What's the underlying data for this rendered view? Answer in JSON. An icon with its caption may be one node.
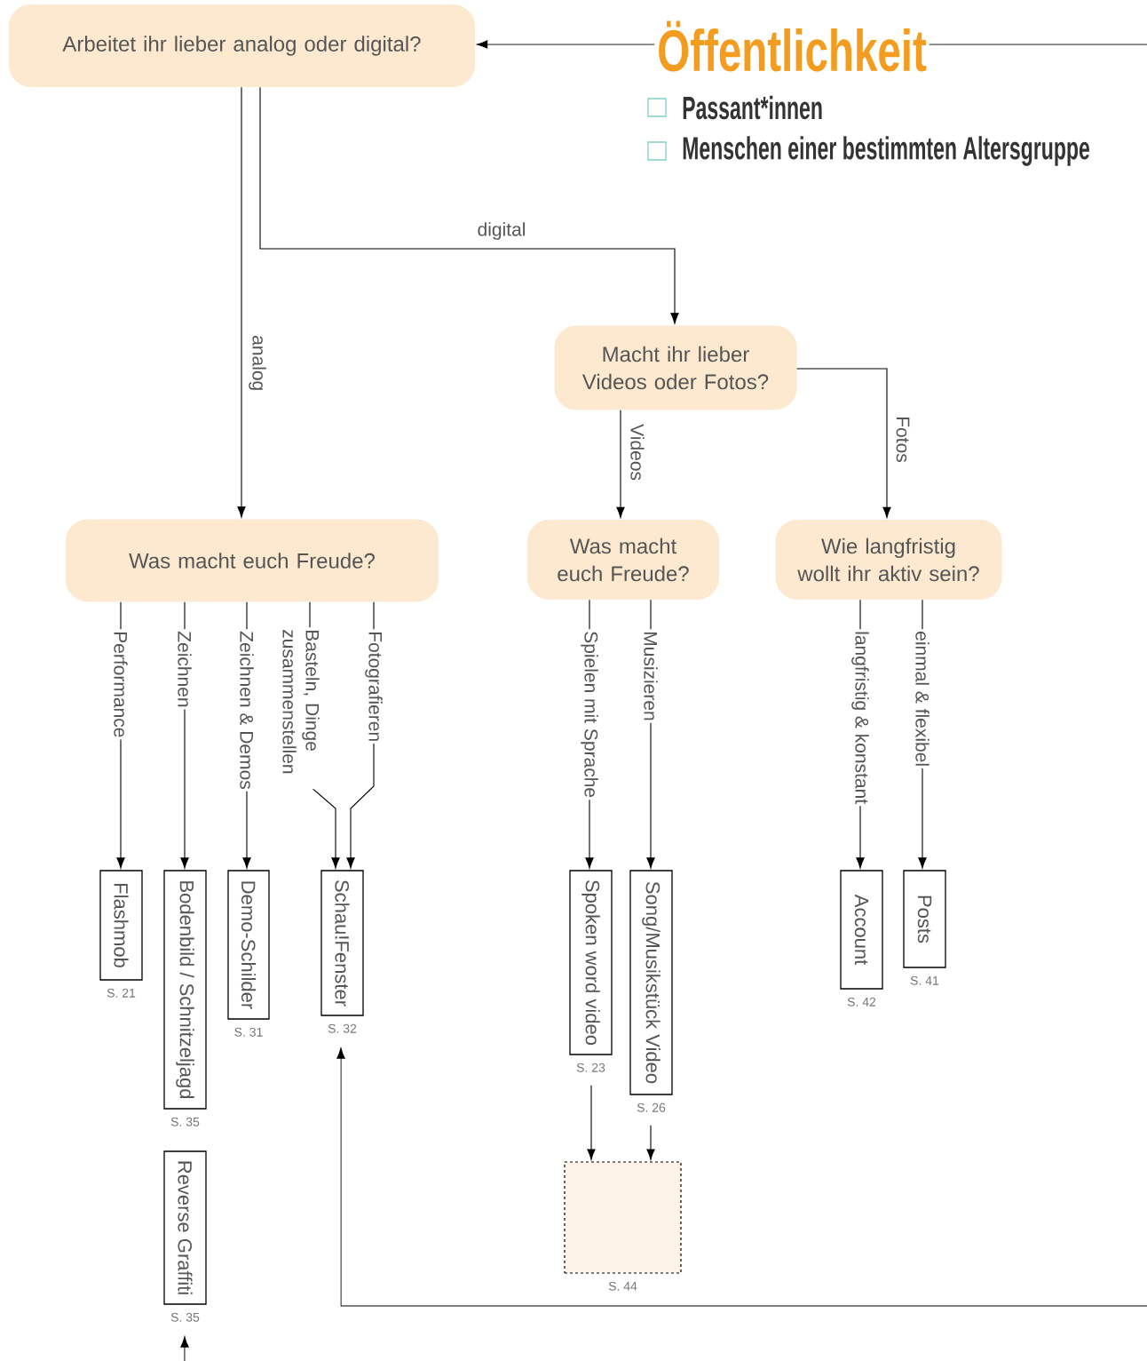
{
  "diagram": {
    "title": "Öffentlichkeit",
    "nodes": [
      {
        "text": [
          "Arbeitet ihr lieber analog oder digital?"
        ]
      },
      {
        "text": [
          "Macht ihr lieber Videos oder Fotos?"
        ]
      },
      {
        "text": [
          "Was macht euch Freude?"
        ]
      },
      {
        "text": [
          "Was macht euch Freude?"
        ]
      },
      {
        "text": [
          "Wie langfristig wollt ihr aktiv sein?"
        ]
      },
      {
        "text": [
          "Flashmob"
        ],
        "beside": [
          "S. 21"
        ]
      },
      {
        "text": [
          "Bodenbild / Schnitzeljagd"
        ],
        "beside": [
          "S. 35"
        ]
      },
      {
        "text": [
          "Demo-Schilder"
        ],
        "beside": [
          "S. 31"
        ]
      },
      {
        "text": [
          "Schau!Fenster"
        ],
        "beside": [
          "S. 32"
        ]
      },
      {
        "text": [
          "Spoken word video"
        ],
        "beside": [
          "S. 23"
        ]
      },
      {
        "text": [
          "Song/Musikstück Video"
        ],
        "beside": [
          "S. 26"
        ]
      },
      {
        "text": [
          "Account"
        ],
        "beside": [
          "S. 42"
        ]
      },
      {
        "text": [
          "Posts"
        ],
        "beside": [
          "S. 41"
        ]
      },
      {
        "text": [],
        "shape": "box",
        "beside": [
          "S. 44"
        ]
      },
      {
        "text": [
          "Reverse Graffiti"
        ],
        "beside": [
          "S. 35"
        ]
      }
    ],
    "edges": [
      {
        "from": 0,
        "to": 2,
        "arrow": "to",
        "label": "analog"
      },
      {
        "from": 0,
        "to": 1,
        "arrow": "to",
        "label": "digital"
      },
      {
        "from": 1,
        "to": 3,
        "arrow": "to",
        "label": "Videos"
      },
      {
        "from": 1,
        "to": 4,
        "arrow": "to",
        "label": "Fotos"
      },
      {
        "from": 2,
        "to": 5,
        "arrow": "to",
        "label": "Performance"
      },
      {
        "from": 2,
        "to": 6,
        "arrow": "to",
        "label": "Zeichnen"
      },
      {
        "from": 2,
        "to": 7,
        "arrow": "to",
        "label": "Zeichnen & Demos"
      },
      {
        "from": 2,
        "to": 8,
        "arrow": "to",
        "label": "Basteln, Dinge zusammenstellen"
      },
      {
        "from": 2,
        "to": 8,
        "arrow": "to",
        "label": "Fotografieren"
      },
      {
        "from": 3,
        "to": 9,
        "arrow": "to",
        "label": "Spielen mit Sprache"
      },
      {
        "from": 3,
        "to": 10,
        "arrow": "to",
        "label": "Musizieren"
      },
      {
        "from": 4,
        "to": 11,
        "arrow": "to",
        "label": "langfristig & konstant"
      },
      {
        "from": 4,
        "to": 12,
        "arrow": "to",
        "label": "einmal & flexibel"
      },
      {
        "from": 9,
        "to": 13,
        "arrow": "to"
      },
      {
        "from": 10,
        "to": 13,
        "arrow": "to"
      },
      {
        "from": null,
        "to": 0,
        "arrow": "to"
      },
      {
        "from": null,
        "to": 8,
        "arrow": "to"
      },
      {
        "from": null,
        "to": 14,
        "arrow": "to"
      }
    ],
    "legend": [
      {
        "text": "Passant*innen"
      },
      {
        "text": "Menschen einer bestimmten Altersgruppe"
      }
    ]
  }
}
